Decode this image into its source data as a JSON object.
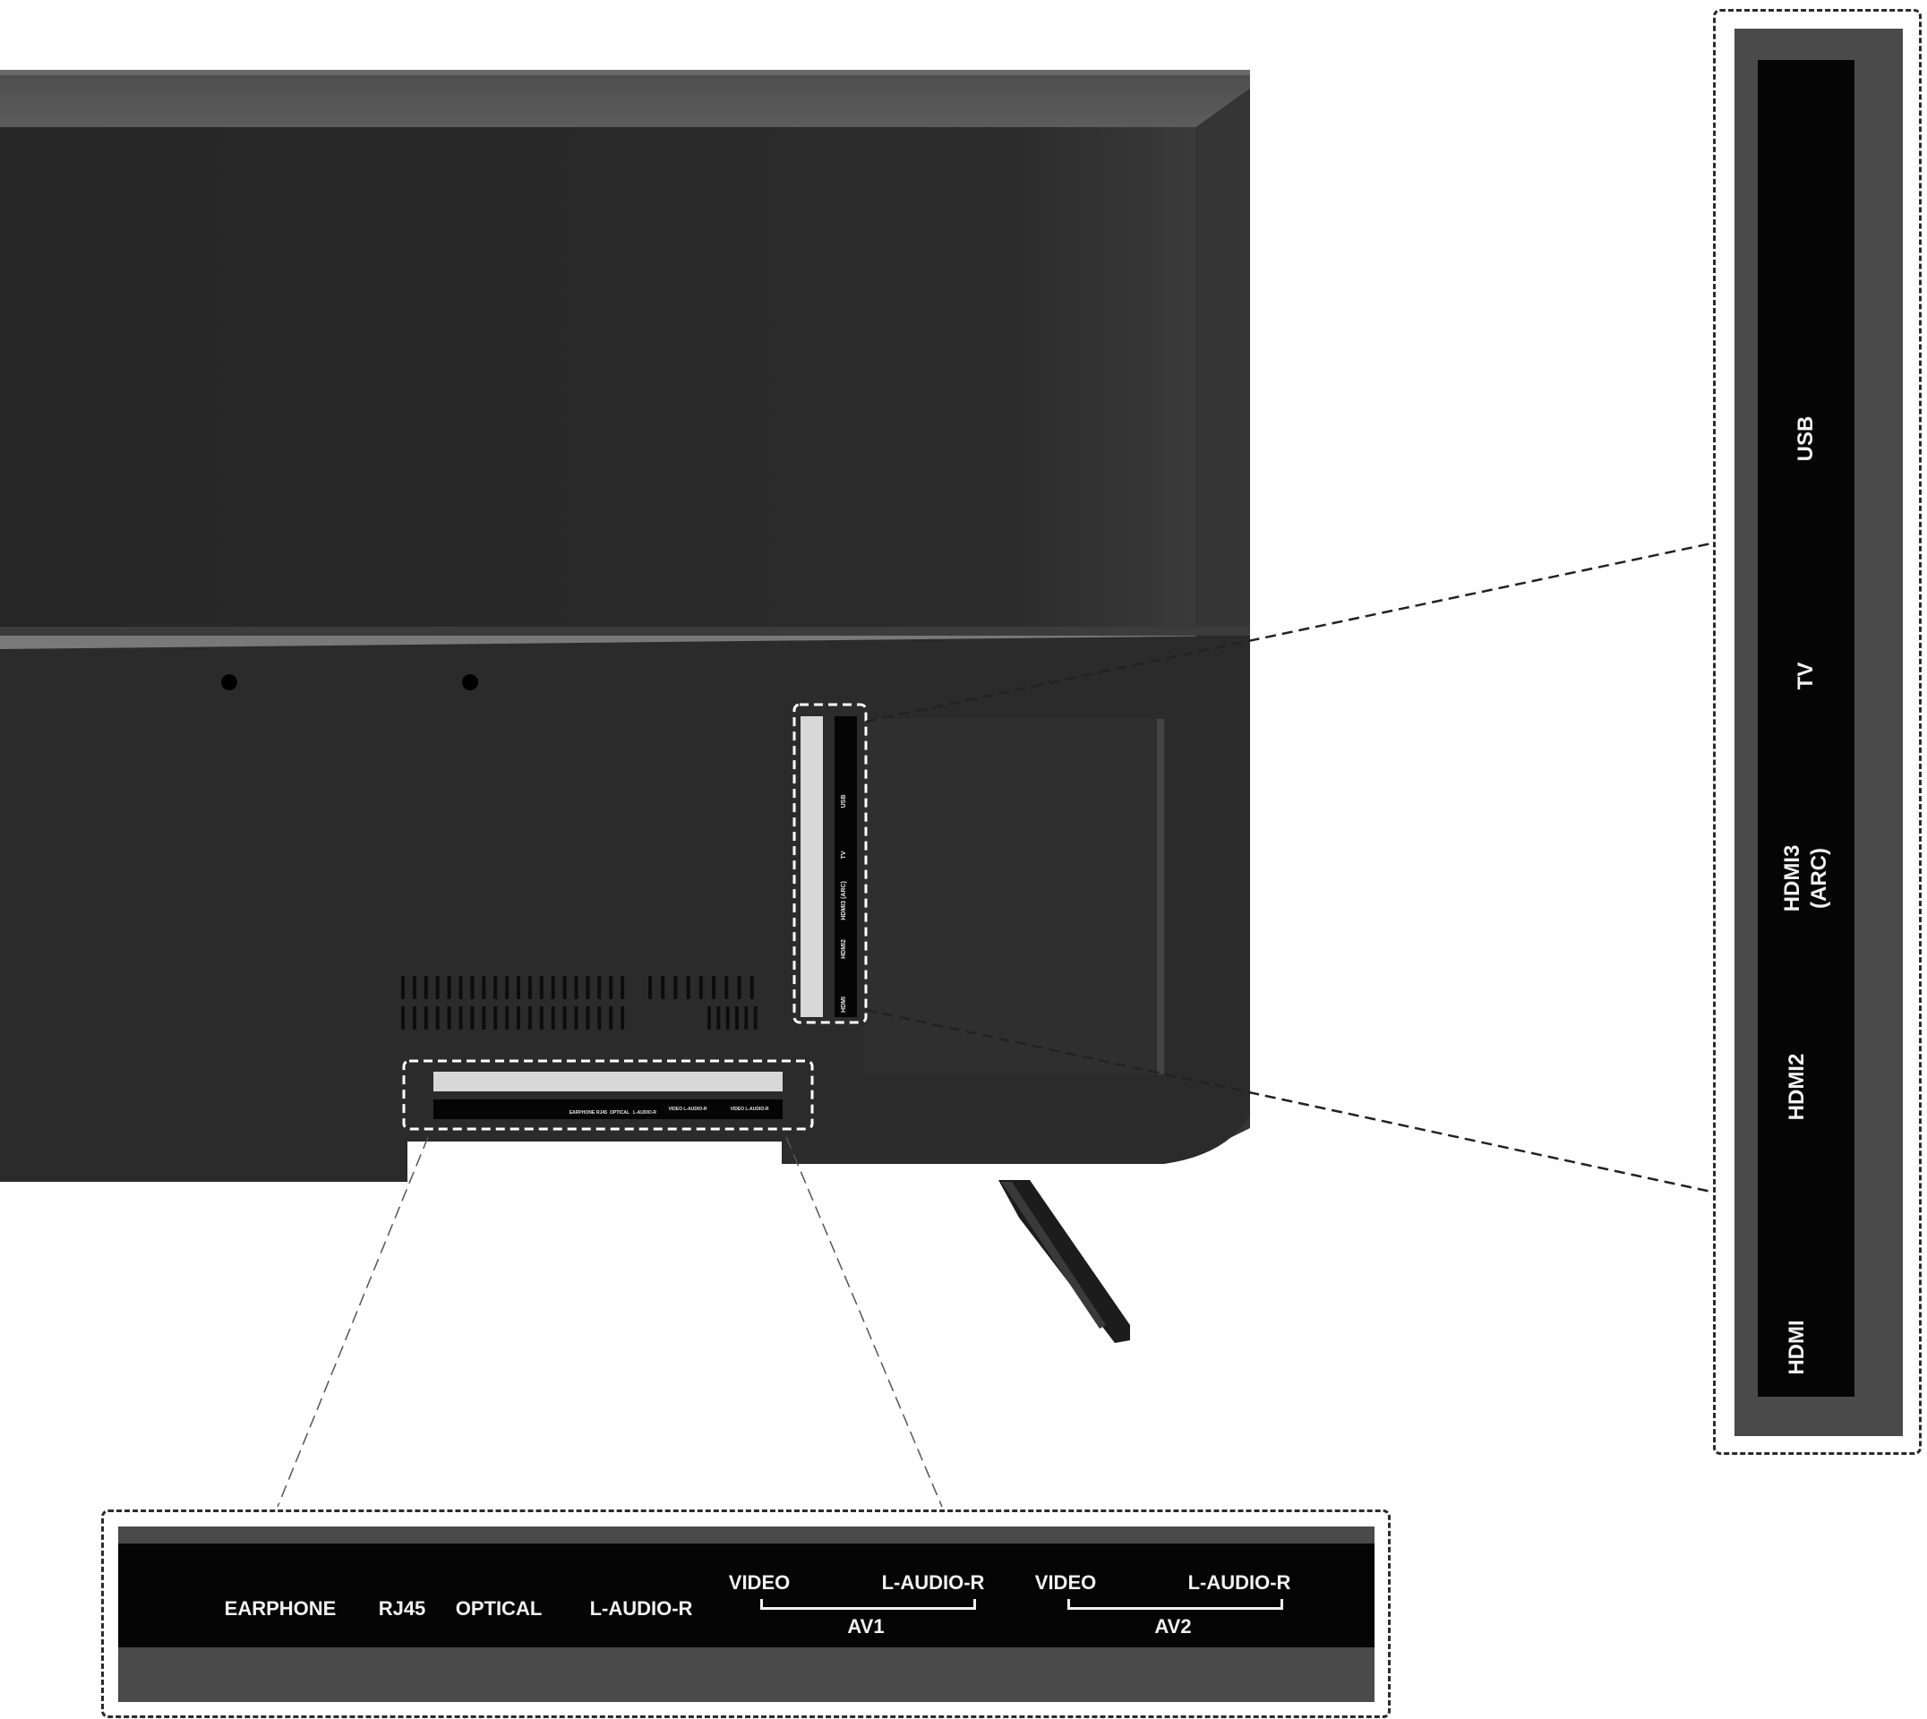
{
  "colors": {
    "tv_body": "#2a2a2a",
    "tv_edge": "#4a4a4a",
    "port_strip": "#050505",
    "label_text": "#f2f2f2",
    "dashed_callout": "#2b2b2b"
  },
  "side_panel": {
    "labels": [
      "USB",
      "TV",
      "HDMI3\n(ARC)",
      "HDMI2",
      "HDMI"
    ]
  },
  "bottom_panel": {
    "labels": {
      "earphone": "EARPHONE",
      "rj45": "RJ45",
      "optical": "OPTICAL",
      "l_audio_r": "L-AUDIO-R",
      "av1_video": "VIDEO",
      "av1_audio": "L-AUDIO-R",
      "av1": "AV1",
      "av2_video": "VIDEO",
      "av2_audio": "L-AUDIO-R",
      "av2": "AV2"
    }
  }
}
